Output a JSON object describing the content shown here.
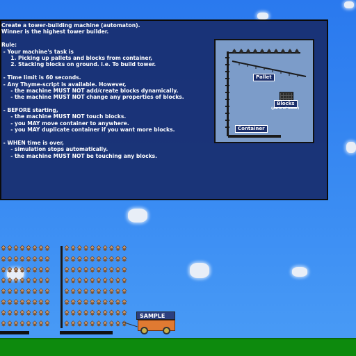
{
  "rules": {
    "lines": [
      "Create a tower-building machine (automaton).",
      "Winner is the highest tower builder.",
      "",
      "Rule:",
      " - Your machine's task is",
      "     1. Picking up pallets and blocks from container,",
      "     2. Stacking blocks on ground. i.e. To build tower.",
      "",
      " - Time limit is 60 seconds.",
      " - Any Thyme-script is available. However,",
      "     - the machine MUST NOT add/create blocks dynamically.",
      "     - the machine MUST NOT change any properties of blocks.",
      "",
      " - BEFORE starting,",
      "     - the machine MUST NOT touch blocks.",
      "     - you MAY move container to anywhere.",
      "     - you MAY duplicate container if you want more blocks.",
      "",
      " - WHEN time is over,",
      "     - simulation stops automatically.",
      "     - the machine MUST NOT be touching any blocks."
    ]
  },
  "diagram": {
    "pallet_label": "Pallet",
    "blocks_label": "Blocks",
    "blocks_sublabel": "(parts of tower)",
    "container_label": "Container"
  },
  "sample_cart": {
    "label": "SAMPLE"
  },
  "colors": {
    "sky": "#3b8df3",
    "panel": "#182d6e",
    "ground": "#0d8a0d",
    "cart_body": "#e07a32",
    "block": "#c8956a"
  }
}
